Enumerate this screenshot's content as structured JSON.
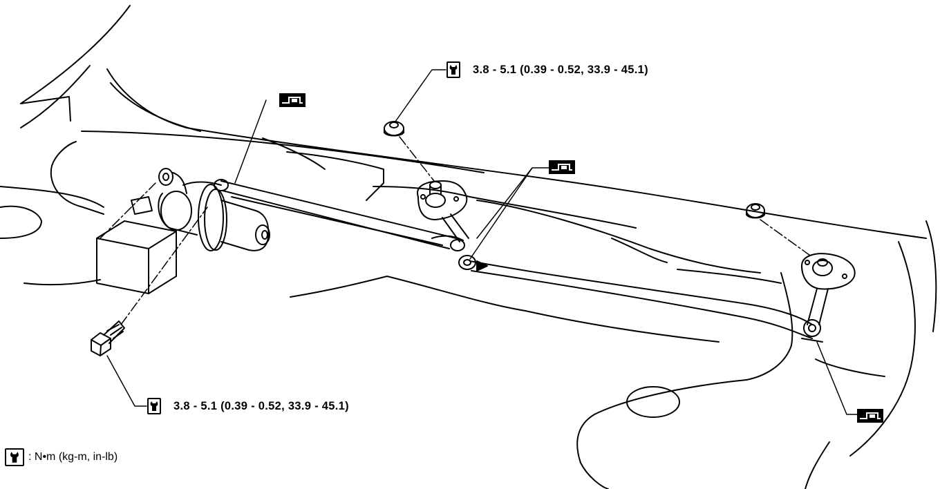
{
  "torques": {
    "top": "3.8  -  5.1  (0.39  -  0.52,  33.9  -  45.1)",
    "bottom": "3.8  -  5.1  (0.39  -  0.52,  33.9  -  45.1)"
  },
  "legend": {
    "text": ":  N•m  (kg-m,  in-lb)"
  },
  "icons": {
    "torque": "torque-wrench-icon",
    "grease": "grease-gun-icon"
  }
}
